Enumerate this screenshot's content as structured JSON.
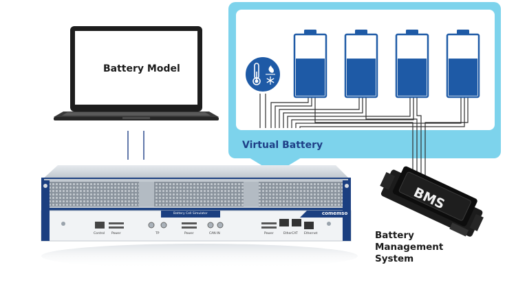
{
  "laptop": {
    "screen_text": "Battery Model"
  },
  "virtual_battery": {
    "label": "Virtual Battery",
    "battery_count": 4,
    "fill_level": 0.62,
    "sensor_icon": "thermometer-flame-snowflake-icon"
  },
  "bms": {
    "chip_text": "BMS",
    "caption_lines": [
      "Battery",
      "Management",
      "System"
    ]
  },
  "device": {
    "brand": "comemso",
    "front_label": "Battery Cell Simulator",
    "port_labels": [
      "Control",
      "Power",
      "TP",
      "Power",
      "CAN IN",
      "Power",
      "EtherCAT",
      "Ethernet"
    ]
  },
  "colors": {
    "panel_cyan": "#7dd3ec",
    "battery_blue": "#1e5aa6",
    "device_navy": "#1b3f80",
    "label_blue": "#1e3f87"
  }
}
